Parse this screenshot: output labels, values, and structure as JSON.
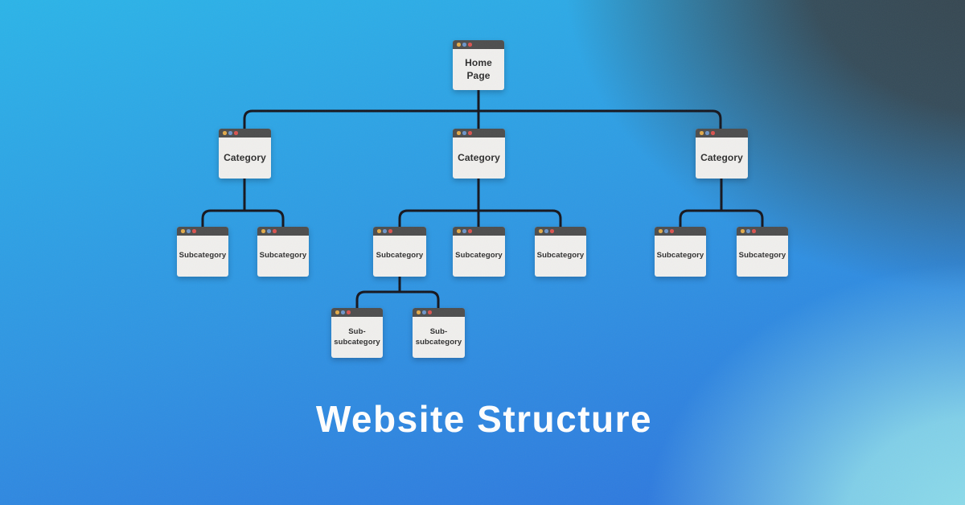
{
  "title": {
    "text": "Website Structure"
  },
  "nodes": [
    {
      "id": "home",
      "label": "Home Page"
    },
    {
      "id": "cat1",
      "label": "Category"
    },
    {
      "id": "cat2",
      "label": "Category"
    },
    {
      "id": "cat3",
      "label": "Category"
    },
    {
      "id": "sub1a",
      "label": "Subcategory"
    },
    {
      "id": "sub1b",
      "label": "Subcategory"
    },
    {
      "id": "sub2a",
      "label": "Subcategory"
    },
    {
      "id": "sub2b",
      "label": "Subcategory"
    },
    {
      "id": "sub2c",
      "label": "Subcategory"
    },
    {
      "id": "sub3a",
      "label": "Subcategory"
    },
    {
      "id": "sub3b",
      "label": "Subcategory"
    },
    {
      "id": "ss1",
      "label": "Sub-subcategory"
    },
    {
      "id": "ss2",
      "label": "Sub-subcategory"
    }
  ],
  "hierarchy": {
    "label": "Home Page",
    "children": [
      {
        "label": "Category",
        "children": [
          {
            "label": "Subcategory"
          },
          {
            "label": "Subcategory"
          }
        ]
      },
      {
        "label": "Category",
        "children": [
          {
            "label": "Subcategory",
            "children": [
              {
                "label": "Sub-subcategory"
              },
              {
                "label": "Sub-subcategory"
              }
            ]
          },
          {
            "label": "Subcategory"
          },
          {
            "label": "Subcategory"
          }
        ]
      },
      {
        "label": "Category",
        "children": [
          {
            "label": "Subcategory"
          },
          {
            "label": "Subcategory"
          }
        ]
      }
    ]
  },
  "theme": {
    "background_top_left": "#2bb4e8",
    "background_bottom_left": "#2e73dd",
    "background_top_right": "#36454e",
    "background_bottom_right": "#8fdeea",
    "window_bar": "#4d4d4d",
    "window_body": "#f0efed",
    "dot_yellow": "#e2aa4a",
    "dot_blue": "#6d95c9",
    "dot_red": "#d9534f",
    "line": "#15151d",
    "label_text": "#2e2e2e",
    "title_text": "#ffffff"
  }
}
